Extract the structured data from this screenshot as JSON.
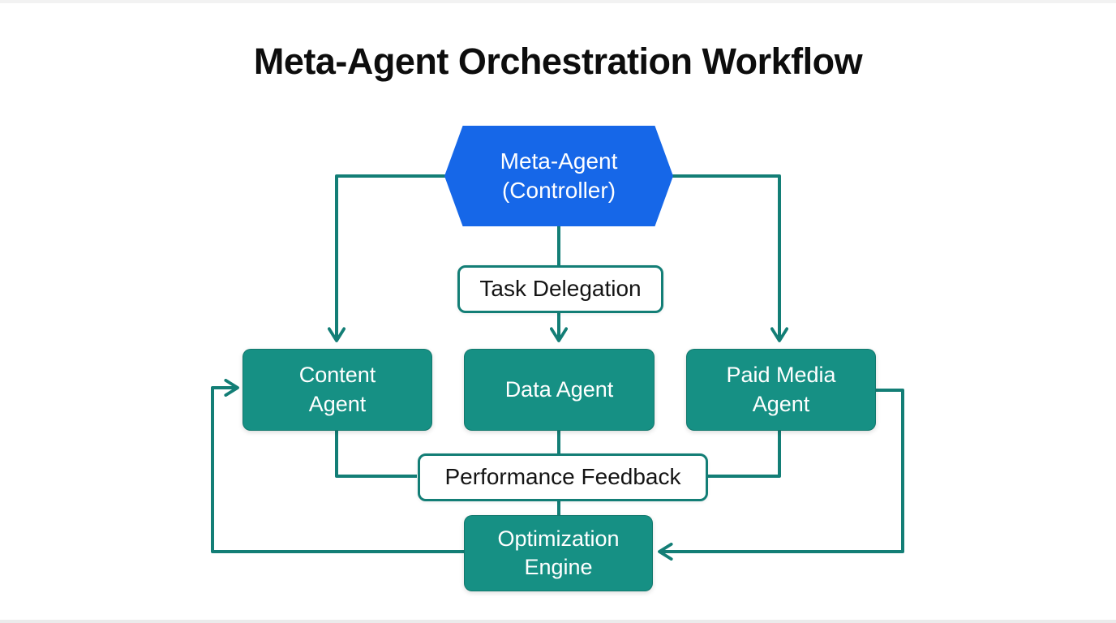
{
  "page": {
    "title": "Meta-Agent Orchestration Workflow"
  },
  "colors": {
    "controller_blue": "#1667E8",
    "agent_teal": "#169084",
    "connector_teal": "#137E76",
    "label_text": "#141414",
    "node_text": "#FFFFFF",
    "title_text": "#0D0D0D",
    "background": "#FFFFFF"
  },
  "nodes": {
    "controller": {
      "shape": "hexagon",
      "line1": "Meta-Agent",
      "line2": "(Controller)"
    },
    "task_delegation": {
      "shape": "label",
      "label": "Task Delegation"
    },
    "content_agent": {
      "shape": "process",
      "line1": "Content",
      "line2": "Agent"
    },
    "data_agent": {
      "shape": "process",
      "label": "Data Agent"
    },
    "paid_media_agent": {
      "shape": "process",
      "line1": "Paid Media",
      "line2": "Agent"
    },
    "performance_feedback": {
      "shape": "label",
      "label": "Performance Feedback"
    },
    "optimization_engine": {
      "shape": "process",
      "line1": "Optimization",
      "line2": "Engine"
    }
  },
  "edges": [
    {
      "from": "controller",
      "to": "content_agent",
      "style": "arrow"
    },
    {
      "from": "controller",
      "to": "data_agent",
      "via": "task_delegation",
      "style": "arrow"
    },
    {
      "from": "controller",
      "to": "paid_media_agent",
      "style": "arrow"
    },
    {
      "from": "content_agent",
      "to": "performance_feedback",
      "style": "line"
    },
    {
      "from": "data_agent",
      "to": "performance_feedback",
      "style": "line"
    },
    {
      "from": "paid_media_agent",
      "to": "performance_feedback",
      "style": "line"
    },
    {
      "from": "performance_feedback",
      "to": "optimization_engine",
      "style": "line"
    },
    {
      "from": "optimization_engine",
      "to": "content_agent",
      "style": "arrow"
    },
    {
      "from": "paid_media_agent",
      "to": "optimization_engine",
      "style": "arrow"
    }
  ]
}
